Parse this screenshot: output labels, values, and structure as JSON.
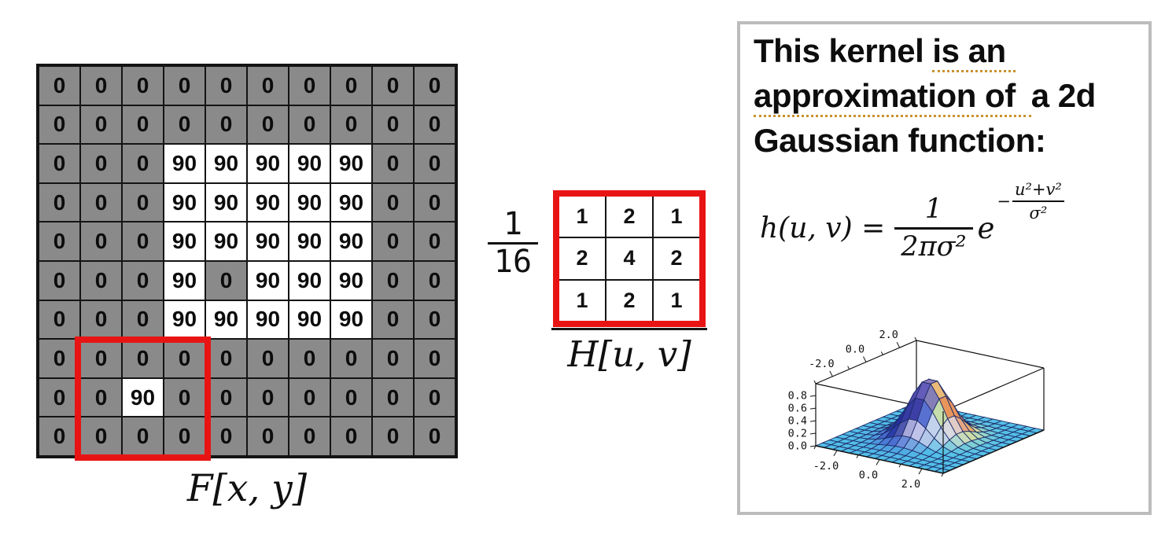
{
  "f_grid": {
    "label": "F[x, y]",
    "highlight_value": 90,
    "rows": [
      [
        0,
        0,
        0,
        0,
        0,
        0,
        0,
        0,
        0,
        0
      ],
      [
        0,
        0,
        0,
        0,
        0,
        0,
        0,
        0,
        0,
        0
      ],
      [
        0,
        0,
        0,
        90,
        90,
        90,
        90,
        90,
        0,
        0
      ],
      [
        0,
        0,
        0,
        90,
        90,
        90,
        90,
        90,
        0,
        0
      ],
      [
        0,
        0,
        0,
        90,
        90,
        90,
        90,
        90,
        0,
        0
      ],
      [
        0,
        0,
        0,
        90,
        0,
        90,
        90,
        90,
        0,
        0
      ],
      [
        0,
        0,
        0,
        90,
        90,
        90,
        90,
        90,
        0,
        0
      ],
      [
        0,
        0,
        0,
        0,
        0,
        0,
        0,
        0,
        0,
        0
      ],
      [
        0,
        0,
        90,
        0,
        0,
        0,
        0,
        0,
        0,
        0
      ],
      [
        0,
        0,
        0,
        0,
        0,
        0,
        0,
        0,
        0,
        0
      ]
    ],
    "colors": {
      "cell_gray": "#8a8a8a",
      "cell_white": "#ffffff",
      "grid_line": "#141414",
      "highlight_red": "#e81414"
    }
  },
  "kernel": {
    "coefficient_numerator": "1",
    "coefficient_denominator": "16",
    "rows": [
      [
        1,
        2,
        1
      ],
      [
        2,
        4,
        2
      ],
      [
        1,
        2,
        1
      ]
    ],
    "label": "H[u, v]"
  },
  "info_box": {
    "line1_plain": "This kernel ",
    "line1_marked": "is an",
    "line2_marked": "approximation of",
    "line2_plain": "a 2d",
    "line3": "Gaussian function:",
    "formula": {
      "lhs": "h(u, v) =",
      "frac_num": "1",
      "frac_den": "2πσ²",
      "base": "e",
      "exp_sign": "−",
      "exp_num": "u²+v²",
      "exp_den": "σ²"
    }
  },
  "gaussian_plot": {
    "type": "surface",
    "function": "z = A·exp(−(x²+y²)/σ²)",
    "x_range": [
      -3,
      3
    ],
    "y_range": [
      -3,
      3
    ],
    "z_axis_max": 0.99,
    "amplitude": 0.96,
    "sigma_sq": 1.2,
    "mesh_n": 15,
    "x_ticks": [
      "-2.0",
      "0.0",
      "2.0"
    ],
    "y_ticks": [
      "-2.0",
      "0.0",
      "2.0"
    ],
    "z_ticks": [
      "0.0",
      "0.2",
      "0.4",
      "0.6",
      "0.8"
    ],
    "colors": {
      "flat": "#52bfe8",
      "cool_mid": "#4a6fd4",
      "cool_dark": "#1f2d9a",
      "purple": "#8a6cc2",
      "pale_green": "#aadfc0",
      "yellow": "#ecd98c",
      "orange": "#e8955c",
      "salmon": "#d28b7a",
      "ridge_purple": "#9a6a9e",
      "lavender": "#ddd8ee",
      "mesh": "#1d2a66",
      "frame": "#111111"
    }
  }
}
